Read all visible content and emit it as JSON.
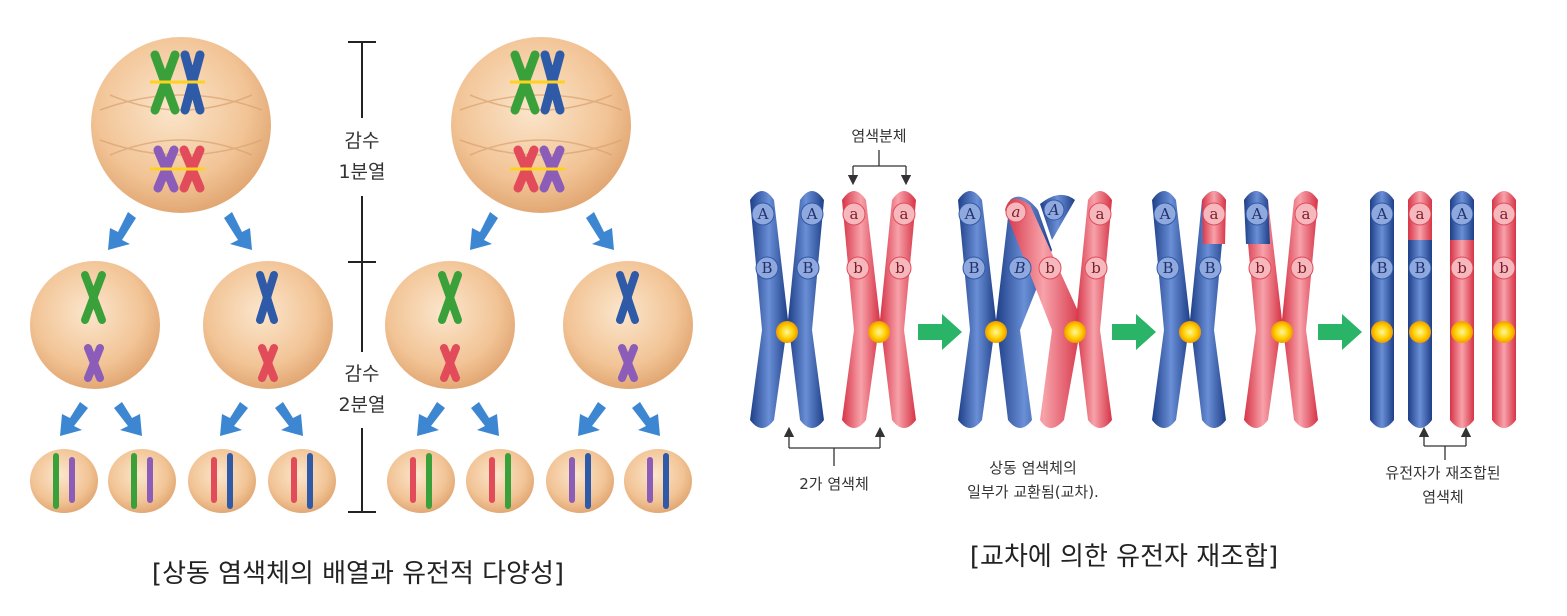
{
  "left_panel": {
    "meiosis1_label_line1": "감수",
    "meiosis1_label_line2": "1분열",
    "meiosis2_label_line1": "감수",
    "meiosis2_label_line2": "2분열",
    "caption": "[상동 염색체의 배열과 유전적 다양성]"
  },
  "right_panel": {
    "chromatid_label": "염색분체",
    "bivalent_label": "2가 염색체",
    "crossover_label_line1": "상동 염색체의",
    "crossover_label_line2": "일부가 교환됨(교차).",
    "recombined_label_line1": "유전자가 재조합된",
    "recombined_label_line2": "염색체",
    "caption": "[교차에 의한 유전자 재조합]",
    "allele_A": "A",
    "allele_a": "a",
    "allele_B": "B",
    "allele_b": "b"
  },
  "colors": {
    "paternal_blue": "#2f5aa8",
    "maternal_red": "#e24b5a",
    "green": "#3aa13a",
    "purple": "#8b5cb8",
    "centromere": "#ffd21f",
    "cell_fill": "#f3c99d",
    "arrow_blue": "#3d86d1",
    "arrow_green": "#29b467"
  }
}
